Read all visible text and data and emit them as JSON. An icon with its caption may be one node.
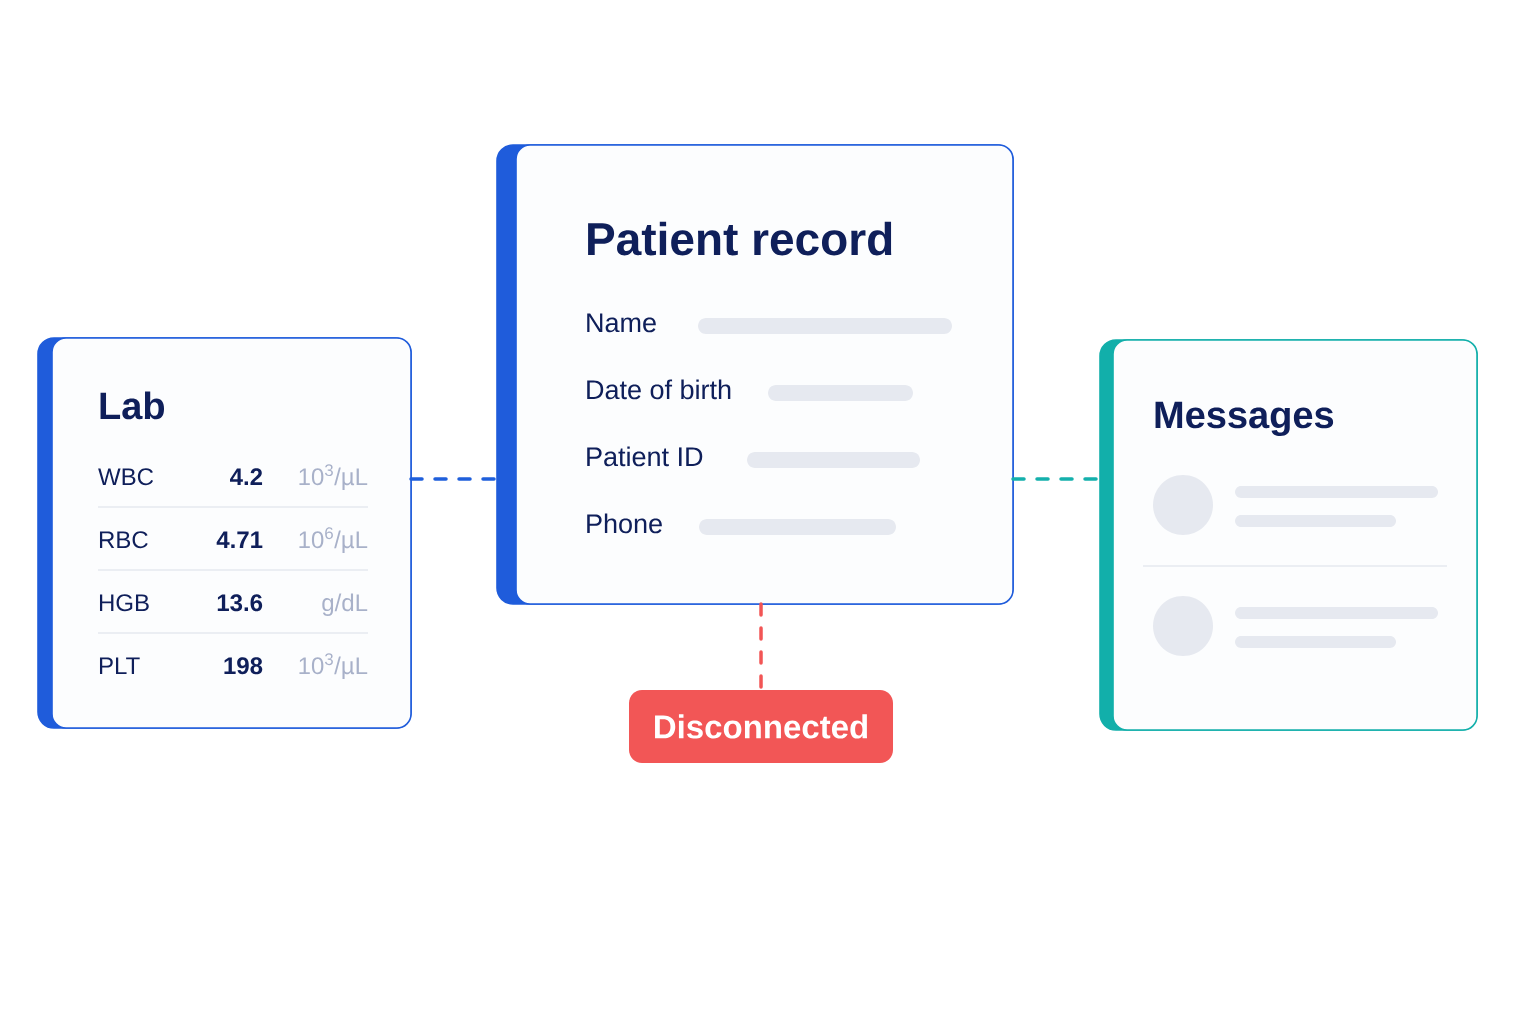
{
  "diagram": {
    "nodes": [
      {
        "text": [
          "Lab",
          "WBC",
          "4.2",
          "10$^{3}$/µL",
          "RBC",
          "4.71",
          "10$^{6}$/µL",
          "HGB",
          "13.6",
          "g/dL",
          "PLT",
          "198",
          "10$^{3}$/µL"
        ]
      },
      {
        "text": [
          "Patient record",
          "Name",
          "Date of birth",
          "Patient ID",
          "Phone"
        ]
      },
      {
        "text": [
          "Messages"
        ]
      },
      {
        "text": [
          "Disconnected"
        ]
      }
    ],
    "edges": [
      {
        "from": 0,
        "to": 1,
        "arrow": "none",
        "style": "dashed",
        "color": "#1f5fdb"
      },
      {
        "from": 1,
        "to": 2,
        "arrow": "none",
        "style": "dashed",
        "color": "#14b0ac"
      },
      {
        "from": 1,
        "to": 3,
        "arrow": "none",
        "style": "dashed",
        "color": "#f25555"
      }
    ]
  }
}
